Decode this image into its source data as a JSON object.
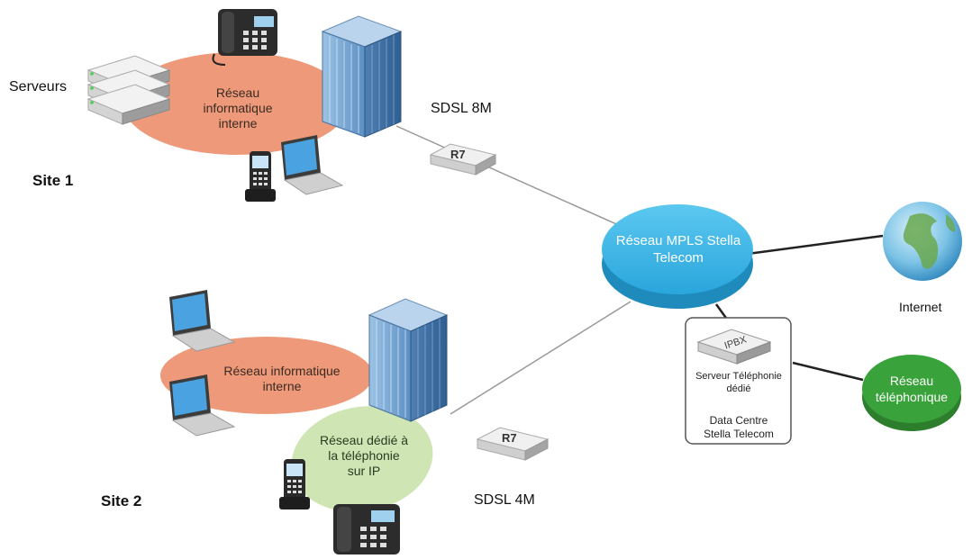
{
  "site1": {
    "label": "Site 1",
    "servers_label": "Serveurs",
    "network_label": "Réseau informatique interne",
    "link_label": "SDSL 8M",
    "router_label": "R7"
  },
  "site2": {
    "label": "Site 2",
    "network_label": "Réseau informatique interne",
    "voip_label": "Réseau dédié à la téléphonie sur IP",
    "link_label": "SDSL 4M",
    "router_label": "R7"
  },
  "mpls": {
    "label": "Réseau MPLS Stella Telecom"
  },
  "internet": {
    "label": "Internet"
  },
  "datacenter": {
    "device_label": "IPBX",
    "server_label": "Serveur Téléphonie dédié",
    "label": "Data Centre Stella Telecom"
  },
  "phone_network": {
    "label": "Réseau téléphonique"
  },
  "colors": {
    "mpls": "#3cb6e6",
    "internal_network": "#ee9a7a",
    "voip_network": "#cfe6b4",
    "phone_network": "#3aa23a"
  }
}
